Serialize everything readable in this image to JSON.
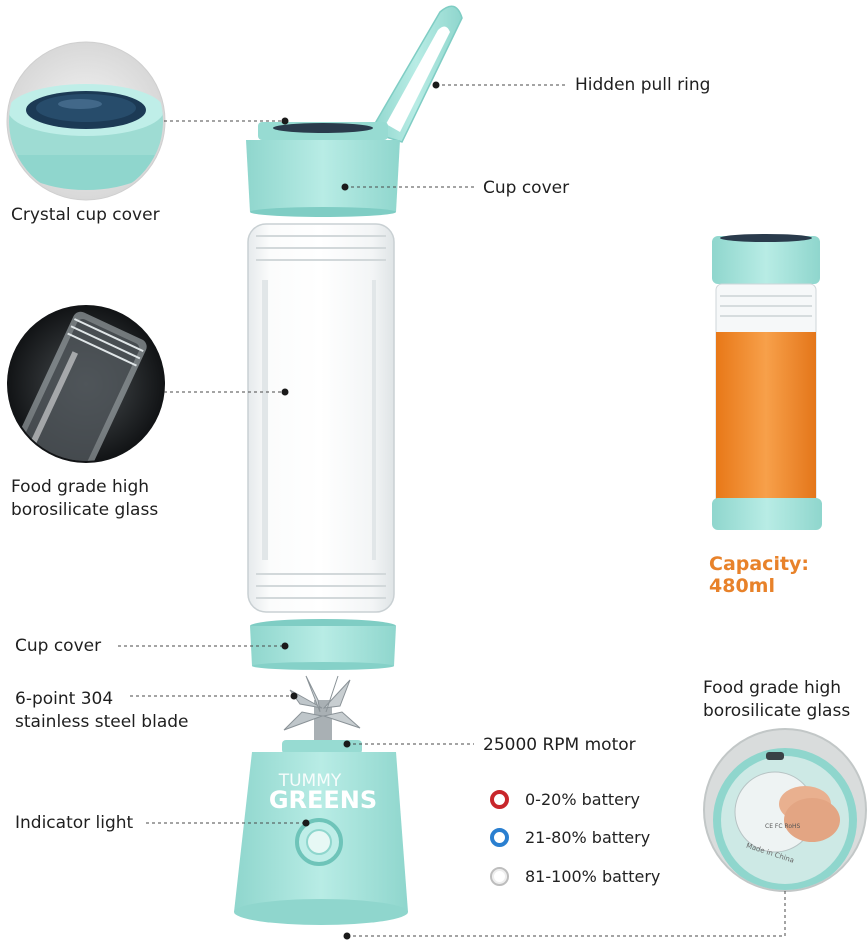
{
  "labels": {
    "hidden_pull_ring": "Hidden pull ring",
    "cup_cover_top": "Cup cover",
    "crystal_cup_cover": "Crystal cup cover",
    "glass_line1": "Food grade high",
    "glass_line2": "borosilicate glass",
    "cup_cover_bottom": "Cup cover",
    "blade_line1": "6-point 304",
    "blade_line2": "stainless steel blade",
    "motor": "25000 RPM motor",
    "indicator_light": "Indicator light",
    "detail_line1": "Food grade high",
    "detail_line2": "borosilicate glass"
  },
  "capacity": "Capacity: 480ml",
  "brand": {
    "line1": "TUMMY",
    "line2": "GREENS"
  },
  "battery_legend": [
    {
      "label": "0-20% battery",
      "color": "#c8262b"
    },
    {
      "label": "21-80% battery",
      "color": "#2a7fd0"
    },
    {
      "label": "81-100% battery",
      "color": "#bdbdbd"
    }
  ],
  "detail_text": {
    "ce": "CE FC RoHS",
    "made_in": "Made in China"
  },
  "colors": {
    "mint": "#a6e3dc",
    "mint_dark": "#7fcdc4",
    "juice": "#f08a2a",
    "accent": "#e8822a"
  }
}
